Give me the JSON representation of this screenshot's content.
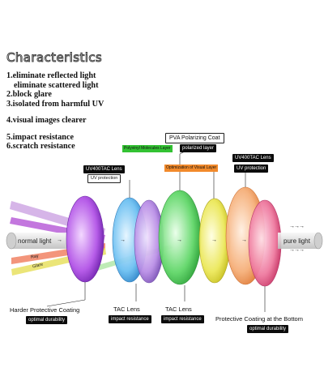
{
  "title": "Characteristics",
  "characteristics": [
    "1.eliminate reflected light",
    "eliminate scattered light",
    "2.block glare",
    "3.isolated from harmful UV",
    "4.visual images clearer",
    "5.impact resistance",
    "6.scratch resistance"
  ],
  "top_labels": {
    "pva": "PVA Polarizing Coat",
    "polyvinyl": "Polyvinyl Molecules Layer",
    "polarized": "polarized layer",
    "uv400_left": "UV400TAC Lens",
    "uv_protection_left": "UV protection",
    "optimization": "Optimization of Visual Layer",
    "uv400_right": "UV400TAC Lens",
    "uv_protection_right": "UV protection"
  },
  "flow": {
    "input": "normal light",
    "output": "pure light",
    "beam_upper": "Ray",
    "beam_lower": "Glare"
  },
  "bottom_labels": {
    "harder": "Harder Protective Coating",
    "harder_sub": "optimal durability",
    "tac1": "TAC Lens",
    "tac1_sub": "impact resistance",
    "tac2": "TAC Lens",
    "tac2_sub": "impact resistance",
    "protective": "Protective Coating at the Bottom",
    "protective_sub": "optimal durability"
  },
  "colors": {
    "purple": "#9a3fd6",
    "blue": "#4aa8e8",
    "green": "#3fcf4a",
    "yellow": "#e6e23a",
    "orange": "#f5a15a",
    "pink": "#ea5d8c"
  }
}
